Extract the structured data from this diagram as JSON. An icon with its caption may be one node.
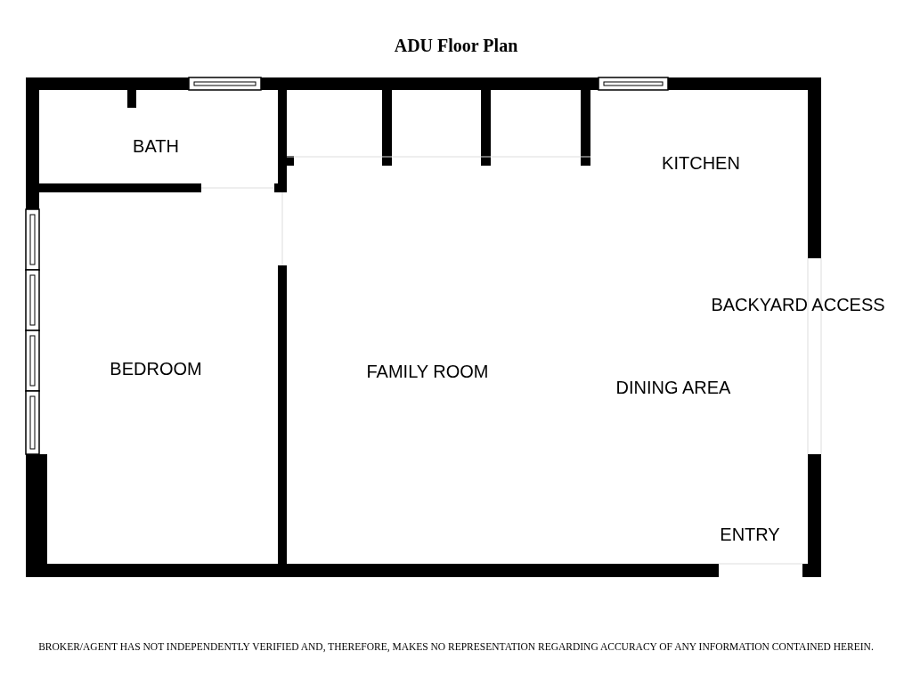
{
  "diagram": {
    "title": "ADU Floor Plan",
    "caption": "BROKER/AGENT HAS NOT INDEPENDENTLY VERIFIED AND, THEREFORE, MAKES NO REPRESENTATION REGARDING ACCURACY OF ANY INFORMATION CONTAINED HEREIN.",
    "labels": [
      "BATH",
      "KITCHEN",
      "BACKYARD ACCESS",
      "BEDROOM",
      "FAMILY ROOM",
      "DINING AREA",
      "ENTRY"
    ]
  }
}
